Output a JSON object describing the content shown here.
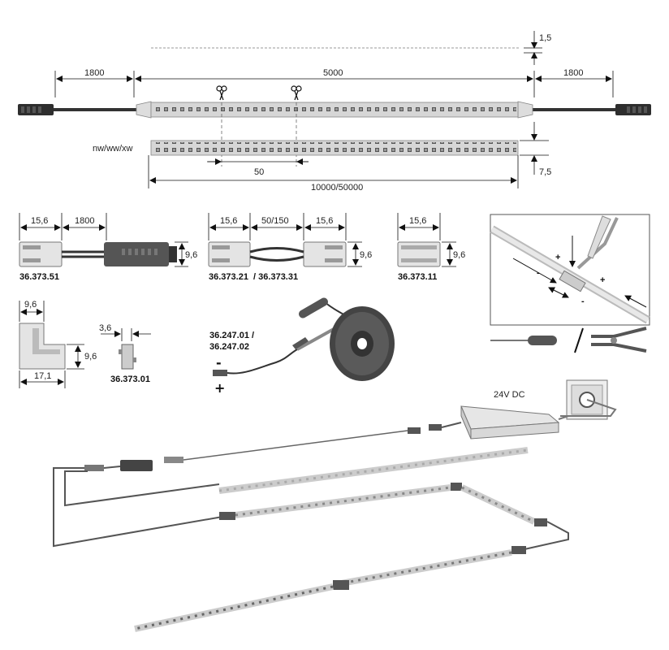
{
  "dims": {
    "top_lead_left": "1800",
    "top_strip_len": "5000",
    "top_lead_right": "1800",
    "thickness": "1,5",
    "width": "7,5",
    "cut_interval": "50",
    "roll_len": "10000/50000",
    "color_variants": "nw/ww/xw"
  },
  "parts": {
    "p1": {
      "code": "36.373.51",
      "d1": "15,6",
      "d2": "1800",
      "h": "9,6"
    },
    "p2": {
      "code": "36.373.21  / 36.373.31",
      "d1": "15,6",
      "d2": "50/150",
      "d3": "15,6",
      "h": "9,6"
    },
    "p3": {
      "code": "36.373.11",
      "d1": "15,6",
      "h": "9,6"
    },
    "p4": {
      "code": "",
      "w": "9,6",
      "h": "9,6",
      "w2": "17,1"
    },
    "p5": {
      "code": "36.373.01",
      "w": "3,6"
    },
    "solder": {
      "code": "36.247.01 /\n36.247.02",
      "line1": "36.247.01 /",
      "line2": "36.247.02",
      "minus": "-",
      "plus": "+"
    }
  },
  "detail": {
    "plus_a": "+",
    "plus_b": "+",
    "minus_a": "-",
    "minus_b": "-"
  },
  "psu": {
    "label": "24V DC"
  }
}
